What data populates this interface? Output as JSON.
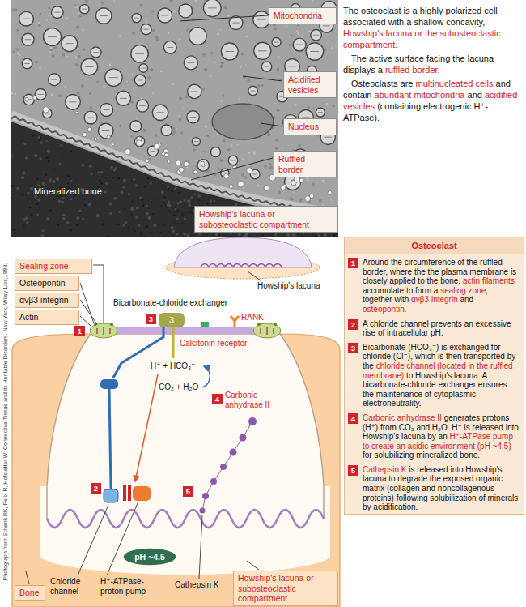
{
  "diagram": {
    "nodes": [
      {
        "text": [
          "Mitochondria"
        ]
      },
      {
        "text": [
          "Acidified vesicles"
        ]
      },
      {
        "text": [
          "Nucleus"
        ]
      },
      {
        "text": [
          "Ruffled border"
        ]
      },
      {
        "text": [
          "Howship's lacuna or subosteoclastic compartment"
        ]
      },
      {
        "text": [
          "Osteoclast",
          "1",
          "Around the circumference of the ruffled border, where the the plasma membrane is closely applied to the bone,",
          "actin filaments",
          "accumulate to form a",
          "sealing zone,",
          "together with",
          "αvβ3 integrin",
          "and",
          "osteopontin.",
          "2",
          "A chloride channel prevents an excessive rise of intracellular pH.",
          "3",
          "Bicarbonate (HCO₃⁻) is exchanged for chloride (Cl⁻), which is then transported by the",
          "chloride channel (located in the ruffled membrane)",
          "to Howship's lacuna. A bicarbonate-chloride exchanger ensures the maintenance of cytoplasmic electroneutrality.",
          "4",
          "Carbonic anhydrase II",
          "generates protons (H⁺) from CO₂ and H₂O. H⁺ is released into Howship's lacuna by an",
          "H⁺-ATPase pump to create an acidic environment (pH ~4.5)",
          "for solubilizing mineralized bone.",
          "5",
          "Cathepsin K",
          "is released into Howship's lacuna to degrade the exposed organic matrix (collagen and noncollagenous proteins) following solubilization of minerals by acidification."
        ]
      },
      {
        "text": [
          "Sealing zone"
        ]
      },
      {
        "text": [
          "Osteopontin"
        ]
      },
      {
        "text": [
          "αvβ3 integrin"
        ]
      },
      {
        "text": [
          "Actin"
        ]
      },
      {
        "text": [
          "pH ~4.5"
        ]
      },
      {
        "text": [
          "Bone"
        ]
      },
      {
        "text": [
          "Howship's lacuna or subosteoclastic compartment"
        ]
      }
    ],
    "labels": [
      "The osteoclast is a highly polarized cell associated with a shallow concavity,",
      "Howship's lacuna or the subosteoclastic compartment.",
      "The active surface facing the lacuna displays a",
      "ruffled border.",
      "Osteoclasts are",
      "multinucleated cells",
      "and contain",
      "abundant mitochondria",
      "and",
      "acidified vesicles",
      "(containing electrogenic H⁺-ATPase).",
      "Mineralized bone",
      "Photograph from Schenk RK, Felix R, Hofstetter W: Connective Tissue and its Heritable Disorders. New York, Wiley-Liss,1993.",
      "Howship's lacuna",
      "Bicarbonate-chloride exchanger",
      "1",
      "3",
      "3",
      "Calcitonin receptor",
      "RANK",
      "H⁺ + HCO₃⁻",
      "CO₂ + H₂O",
      "4",
      "Carbonic anhydrase II",
      "2",
      "5",
      "Chloride channel",
      "H⁺-ATPase- proton pump",
      "Cathepsin K"
    ]
  }
}
